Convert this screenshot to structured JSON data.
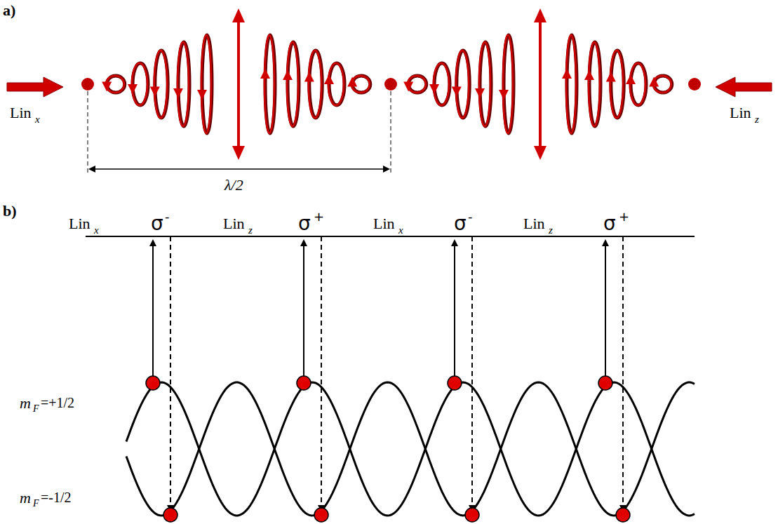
{
  "diagram": {
    "labels": [
      "a)",
      "Lin",
      "x",
      "Lin",
      "z",
      "λ/2",
      "b)",
      "Lin",
      "x",
      "σ",
      "-",
      "Lin",
      "z",
      "σ",
      "+",
      "Lin",
      "x",
      "σ",
      "-",
      "Lin",
      "z",
      "σ",
      "+",
      "m",
      "F",
      "=+1/2",
      "m",
      "F",
      "=-1/2"
    ]
  }
}
